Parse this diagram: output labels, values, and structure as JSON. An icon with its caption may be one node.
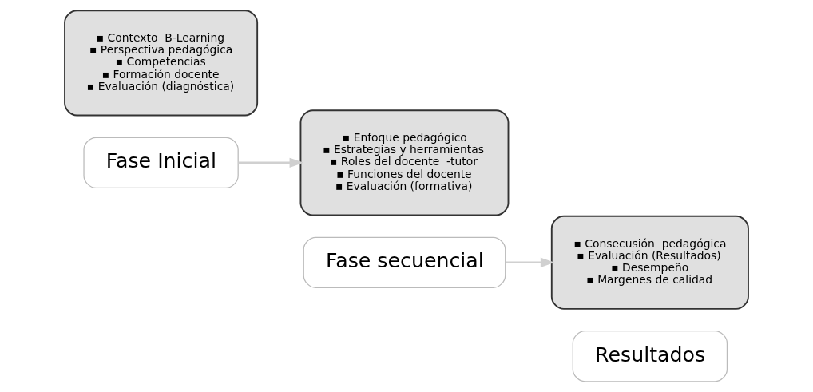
{
  "diagram": {
    "nodes": [
      {
        "text": [
          "▪ Contexto  B-Learning",
          "▪ Perspectiva pedagógica",
          "▪ Competencias",
          "▪ Formación docente",
          "▪ Evaluación (diagnóstica)"
        ]
      },
      {
        "text": [
          "Fase Inicial"
        ]
      },
      {
        "text": [
          "▪ Enfoque pedagógico",
          "▪ Estrategias y herramientas",
          "▪ Roles del docente  -tutor",
          "▪ Funciones del docente",
          "▪ Evaluación (formativa)"
        ]
      },
      {
        "text": [
          "Fase secuencial"
        ]
      },
      {
        "text": [
          "▪ Consecusión  pedagógica",
          "▪ Evaluación (Resultados)",
          "▪ Desempeño",
          "▪ Margenes de calidad"
        ]
      },
      {
        "text": [
          "Resultados"
        ]
      }
    ],
    "edges": [
      {
        "from": 1,
        "to": 2,
        "arrow": "to"
      },
      {
        "from": 3,
        "to": 4,
        "arrow": "to"
      }
    ]
  }
}
